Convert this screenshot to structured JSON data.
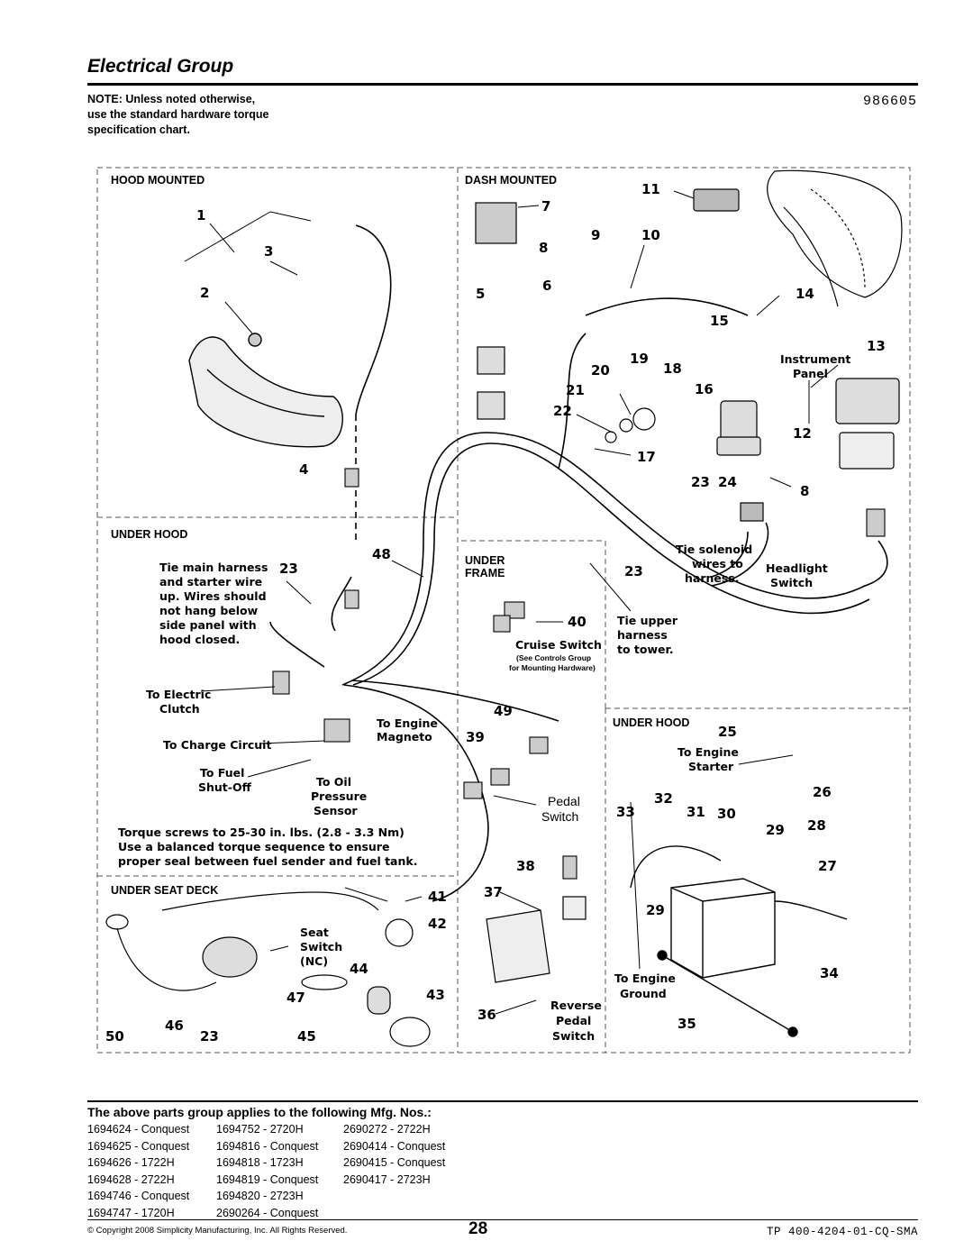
{
  "header": {
    "title": "Electrical Group",
    "note_lines": [
      "NOTE: Unless noted otherwise,",
      "use the standard hardware torque",
      "specification chart."
    ],
    "doc_number": "986605"
  },
  "sections": {
    "hood_mounted": "HOOD MOUNTED",
    "dash_mounted": "DASH MOUNTED",
    "under_hood_left": "UNDER HOOD",
    "under_frame_line1": "UNDER",
    "under_frame_line2": "FRAME",
    "under_hood_right": "UNDER HOOD",
    "under_seat_deck": "UNDER SEAT DECK"
  },
  "callouts": {
    "tie_main": [
      "Tie main harness",
      "and starter wire",
      "up. Wires should",
      "not hang below",
      "side panel with",
      "hood closed."
    ],
    "to_electric": [
      "To Electric",
      "Clutch"
    ],
    "to_charge": "To Charge Circuit",
    "to_engine_magneto": [
      "To Engine",
      "Magneto"
    ],
    "to_fuel": [
      "To Fuel",
      "Shut-Off"
    ],
    "to_oil": [
      "To Oil",
      "Pressure",
      "Sensor"
    ],
    "torque": [
      "Torque screws to 25-30 in. lbs. (2.8 - 3.3 Nm)",
      "Use a balanced torque sequence to ensure",
      "proper seal between fuel sender and fuel tank."
    ],
    "instrument_panel": [
      "Instrument",
      "Panel"
    ],
    "tie_solenoid": [
      "Tie solenoid",
      "wires to",
      "harness."
    ],
    "headlight_switch": [
      "Headlight",
      "Switch"
    ],
    "cruise_switch": "Cruise Switch",
    "see_controls": [
      "(See Controls Group",
      "for Mounting Hardware)"
    ],
    "tie_upper": [
      "Tie upper",
      "harness",
      "to tower."
    ],
    "to_engine_starter": [
      "To Engine",
      "Starter"
    ],
    "pedal_switch": [
      "Pedal",
      "Switch"
    ],
    "seat_switch": [
      "Seat",
      "Switch",
      "(NC)"
    ],
    "reverse_pedal": [
      "Reverse",
      "Pedal",
      "Switch"
    ],
    "to_engine_ground": [
      "To Engine",
      "Ground"
    ]
  },
  "part_numbers": {
    "n1": "1",
    "n2": "2",
    "n3": "3",
    "n4": "4",
    "n5": "5",
    "n6": "6",
    "n7": "7",
    "n8a": "8",
    "n8b": "8",
    "n9": "9",
    "n10": "10",
    "n11": "11",
    "n12": "12",
    "n13": "13",
    "n14": "14",
    "n15": "15",
    "n16": "16",
    "n17": "17",
    "n18": "18",
    "n19": "19",
    "n20": "20",
    "n21": "21",
    "n22": "22",
    "n23a": "23",
    "n23b": "23",
    "n23c": "23",
    "n23d": "23",
    "n24": "24",
    "n25": "25",
    "n26": "26",
    "n27": "27",
    "n28": "28",
    "n29a": "29",
    "n29b": "29",
    "n30": "30",
    "n31": "31",
    "n32": "32",
    "n33": "33",
    "n34": "34",
    "n35": "35",
    "n36": "36",
    "n37": "37",
    "n38": "38",
    "n39": "39",
    "n40": "40",
    "n41": "41",
    "n42": "42",
    "n43": "43",
    "n44": "44",
    "n45": "45",
    "n46": "46",
    "n47": "47",
    "n48": "48",
    "n49": "49",
    "n50": "50"
  },
  "applies": {
    "heading": "The above parts group applies to the following Mfg. Nos.:",
    "columns": [
      [
        "1694624 - Conquest",
        "1694625 - Conquest",
        "1694626 - 1722H",
        "1694628 - 2722H",
        "1694746 - Conquest",
        "1694747 - 1720H"
      ],
      [
        "1694752 - 2720H",
        "1694816 - Conquest",
        "1694818 - 1723H",
        "1694819 - Conquest",
        "1694820 - 2723H",
        "2690264 - Conquest"
      ],
      [
        "2690272 - 2722H",
        "2690414 - Conquest",
        "2690415 - Conquest",
        "2690417 - 2723H",
        "",
        ""
      ]
    ]
  },
  "footer": {
    "copyright": "© Copyright 2008 Simplicity Manufacturing, Inc. All Rights Reserved.",
    "page": "28",
    "tp": "TP 400-4204-01-CQ-SMA"
  }
}
